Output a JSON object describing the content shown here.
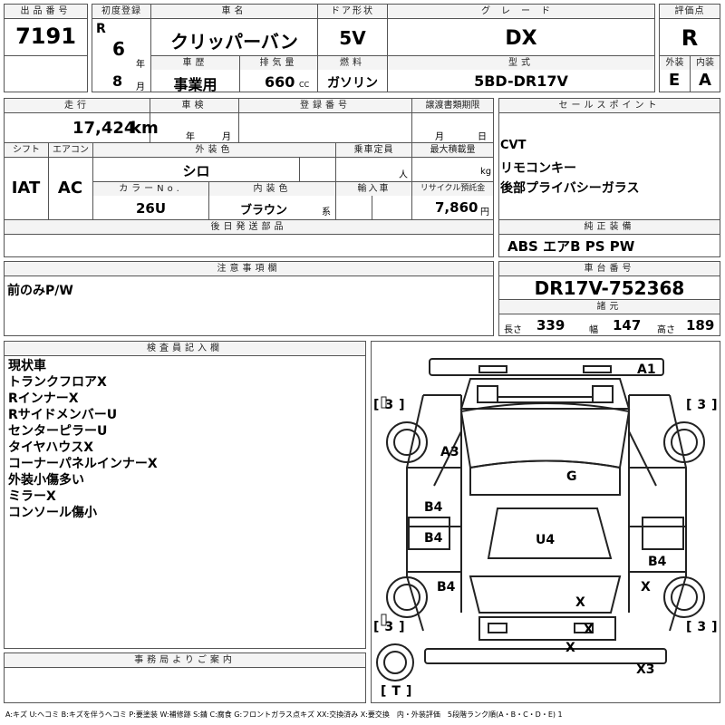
{
  "lot": {
    "label": "出品番号",
    "value": "7191"
  },
  "first_reg": {
    "label": "初度登録",
    "era": "R",
    "year": "6",
    "year_unit": "年",
    "month": "8",
    "month_unit": "月"
  },
  "car_name": {
    "label": "車名",
    "value": "クリッパーバン"
  },
  "door": {
    "label": "ドア形状",
    "value": "5V"
  },
  "grade": {
    "label": "グレード",
    "value": "DX"
  },
  "score": {
    "label": "評価点",
    "value": "R",
    "ext_label": "外装",
    "ext_value": "E",
    "int_label": "内装",
    "int_value": "A"
  },
  "history": {
    "label": "車歴",
    "value": "事業用"
  },
  "displacement": {
    "label": "排気量",
    "value": "660",
    "unit": "CC"
  },
  "fuel": {
    "label": "燃料",
    "value": "ガソリン"
  },
  "model": {
    "label": "型式",
    "value": "5BD-DR17V"
  },
  "mileage": {
    "label": "走行",
    "value": "17,424",
    "unit": "km"
  },
  "inspection": {
    "label": "車検",
    "year_unit": "年",
    "month_unit": "月"
  },
  "reg_no": {
    "label": "登録番号"
  },
  "transfer_deadline": {
    "label": "譲渡書類期限",
    "month_unit": "月",
    "day_unit": "日"
  },
  "shift": {
    "label": "シフト",
    "value": "IAT"
  },
  "aircon": {
    "label": "エアコン",
    "value": "AC"
  },
  "ext_color": {
    "label": "外装色",
    "value": "シロ"
  },
  "capacity": {
    "label": "乗車定員",
    "unit": "人"
  },
  "max_load": {
    "label": "最大積載量",
    "unit": "kg"
  },
  "color_no": {
    "label": "カラーNo.",
    "value": "26U"
  },
  "int_color": {
    "label": "内装色",
    "value": "ブラウン",
    "suffix": "系"
  },
  "import": {
    "label": "輸入車"
  },
  "recycle": {
    "label": "リサイクル預託金",
    "value": "7,860",
    "unit": "円"
  },
  "sales_points": {
    "label": "セールスポイント",
    "items": [
      "CVT",
      "リモコンキー",
      "後部プライバシーガラス"
    ]
  },
  "later_parts": {
    "label": "後日発送部品"
  },
  "genuine": {
    "label": "純正装備",
    "value": "ABS エアB PS PW"
  },
  "notes": {
    "label": "注意事項欄",
    "value": "前のみP/W"
  },
  "chassis": {
    "label": "車台番号",
    "value": "DR17V-752368"
  },
  "dims": {
    "label": "諸元",
    "length_label": "長さ",
    "length": "339",
    "width_label": "幅",
    "width": "147",
    "height_label": "高さ",
    "height": "189"
  },
  "inspector": {
    "label": "検査員記入欄",
    "lines": [
      "現状車",
      "トランクフロアX",
      "RインナーX",
      "RサイドメンバーU",
      "センターピラーU",
      "タイヤハウスX",
      "コーナーパネルインナーX",
      "外装小傷多い",
      "ミラーX",
      "コンソール傷小"
    ]
  },
  "office": {
    "label": "事務局よりご案内"
  },
  "legend": "A:キズ U:ヘコミ B:キズを伴うヘコミ P:要塗装 W:補修跡 S:錆 C:腐食 G:フロントガラス点キズ XX:交換済み X:要交換　内・外装評価　5段階ランク順(A・B・C・D・E) 1",
  "diagram": {
    "tire_left_top": "3",
    "tire_right_top": "3",
    "tire_left_bottom": "3",
    "tire_right_bottom": "3",
    "spare": "T",
    "marks": {
      "a1": "A1",
      "a3": "A3",
      "g": "G",
      "b4_1": "B4",
      "b4_2": "B4",
      "u4": "U4",
      "b4_3": "B4",
      "b4_4": "B4",
      "x_right": "X",
      "x_center": "X",
      "x_box": "X",
      "x_bottom": "X",
      "x3": "X3"
    }
  }
}
